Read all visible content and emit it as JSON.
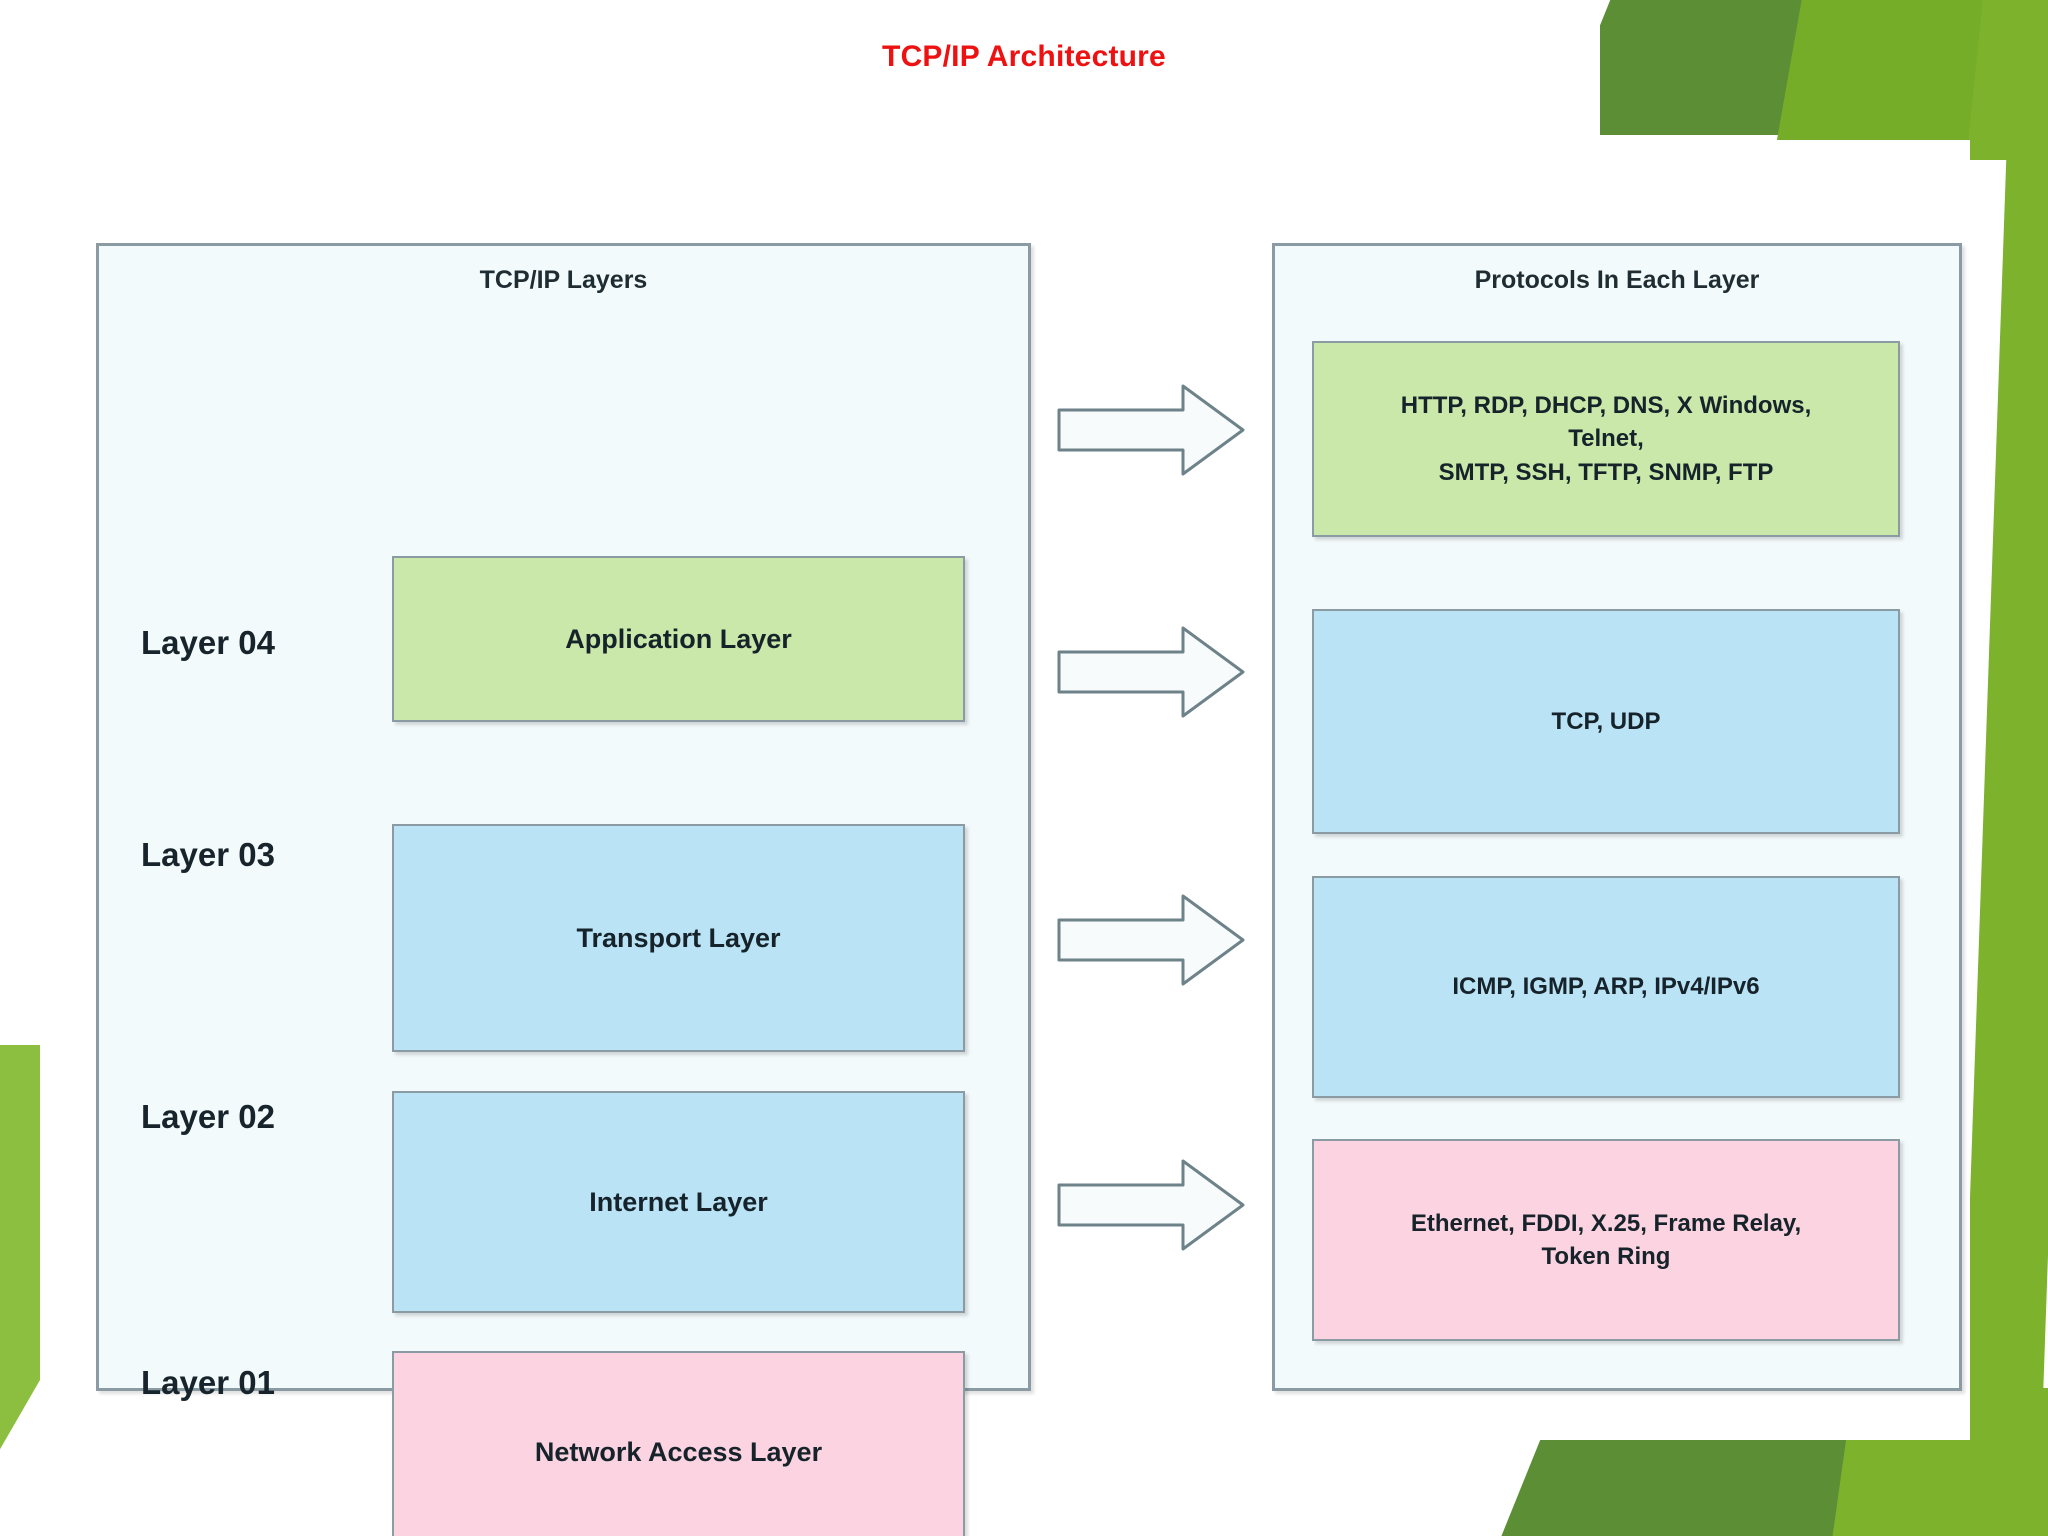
{
  "slide": {
    "title": "TCP/IP Architecture",
    "title_color": "#ee1111",
    "background": "#ffffff",
    "accent_green_light": "#8cbf3f",
    "accent_green_dark": "#5c8e35"
  },
  "panels": {
    "left": {
      "heading": "TCP/IP Layers"
    },
    "right": {
      "heading": "Protocols In Each Layer"
    }
  },
  "layers": [
    {
      "number": "Layer 04",
      "name": "Application Layer",
      "color": "#c9e8a9",
      "arrow": "right-arrow-icon",
      "protocols_lines": [
        "HTTP, RDP, DHCP, DNS, X Windows,",
        "Telnet,",
        "SMTP, SSH, TFTP, SNMP, FTP"
      ]
    },
    {
      "number": "Layer 03",
      "name": "Transport Layer",
      "color": "#bae3f6",
      "arrow": "right-arrow-icon",
      "protocols_lines": [
        "TCP, UDP"
      ]
    },
    {
      "number": "Layer 02",
      "name": "Internet Layer",
      "color": "#bae3f6",
      "arrow": "right-arrow-icon",
      "protocols_lines": [
        "ICMP, IGMP, ARP, IPv4/IPv6"
      ]
    },
    {
      "number": "Layer 01",
      "name": "Network Access Layer",
      "color": "#fbd3e1",
      "arrow": "right-arrow-icon",
      "protocols_lines": [
        "Ethernet, FDDI, X.25, Frame Relay,",
        "Token Ring"
      ]
    }
  ]
}
